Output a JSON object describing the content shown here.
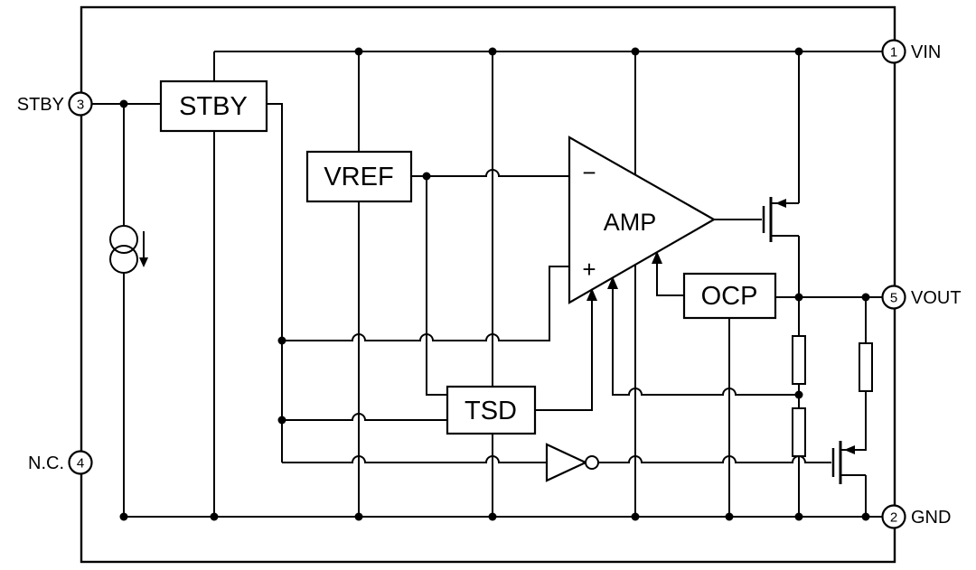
{
  "diagram": {
    "pins": {
      "vin": {
        "number": "1",
        "label": "VIN"
      },
      "gnd": {
        "number": "2",
        "label": "GND"
      },
      "stby": {
        "number": "3",
        "label": "STBY"
      },
      "nc": {
        "number": "4",
        "label": "N.C."
      },
      "vout": {
        "number": "5",
        "label": "VOUT"
      }
    },
    "blocks": {
      "stby": "STBY",
      "vref": "VREF",
      "tsd": "TSD",
      "ocp": "OCP",
      "amp": "AMP",
      "amp_minus": "−",
      "amp_plus": "+"
    },
    "colors": {
      "line": "#000000",
      "background": "#ffffff"
    }
  }
}
